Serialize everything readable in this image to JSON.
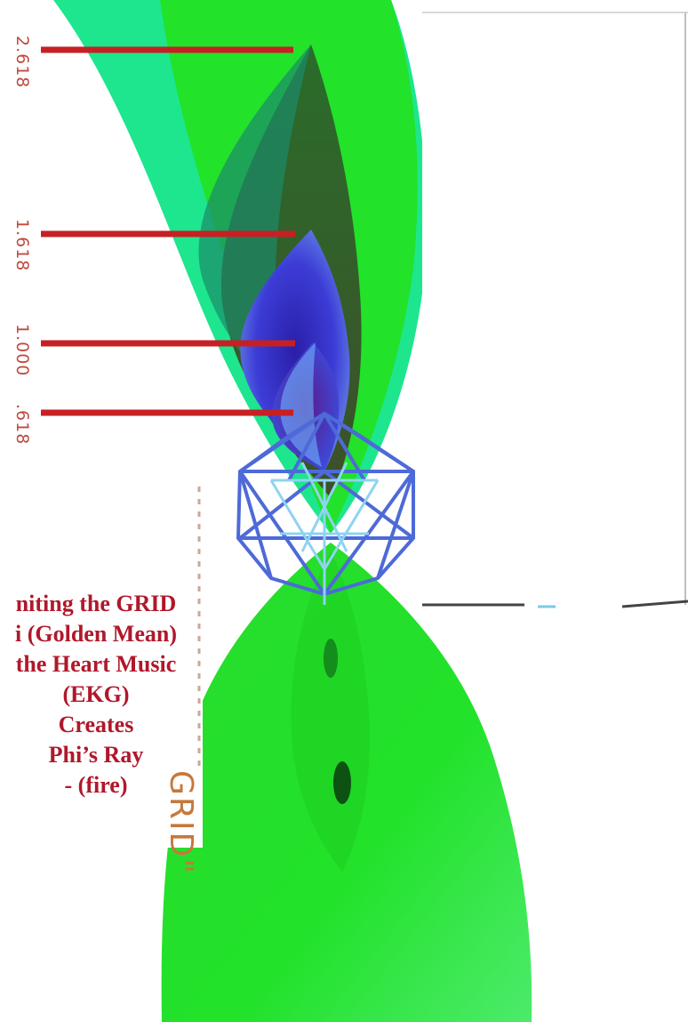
{
  "scale_labels": {
    "v2618": "2.618",
    "v1618": "1.618",
    "v1000": "1.000",
    "v618": ".618"
  },
  "caption": {
    "line1": "niting the GRID",
    "line2": "i (Golden Mean)",
    "line3": "the Heart Music",
    "line4": "(EKG)",
    "line5": "Creates",
    "line6": "Phi’s Ray",
    "line7": "- (fire)"
  },
  "side_text": {
    "text": "GRID\""
  },
  "colors": {
    "leaf_green": "#22e22a",
    "leaf_teal": "#1de68e",
    "marker_red": "#c62024",
    "scale_text": "#c14a3f",
    "caption_text": "#b0182b",
    "cage_blue": "#4d6ad8",
    "cage_light": "#8fd3f2"
  }
}
